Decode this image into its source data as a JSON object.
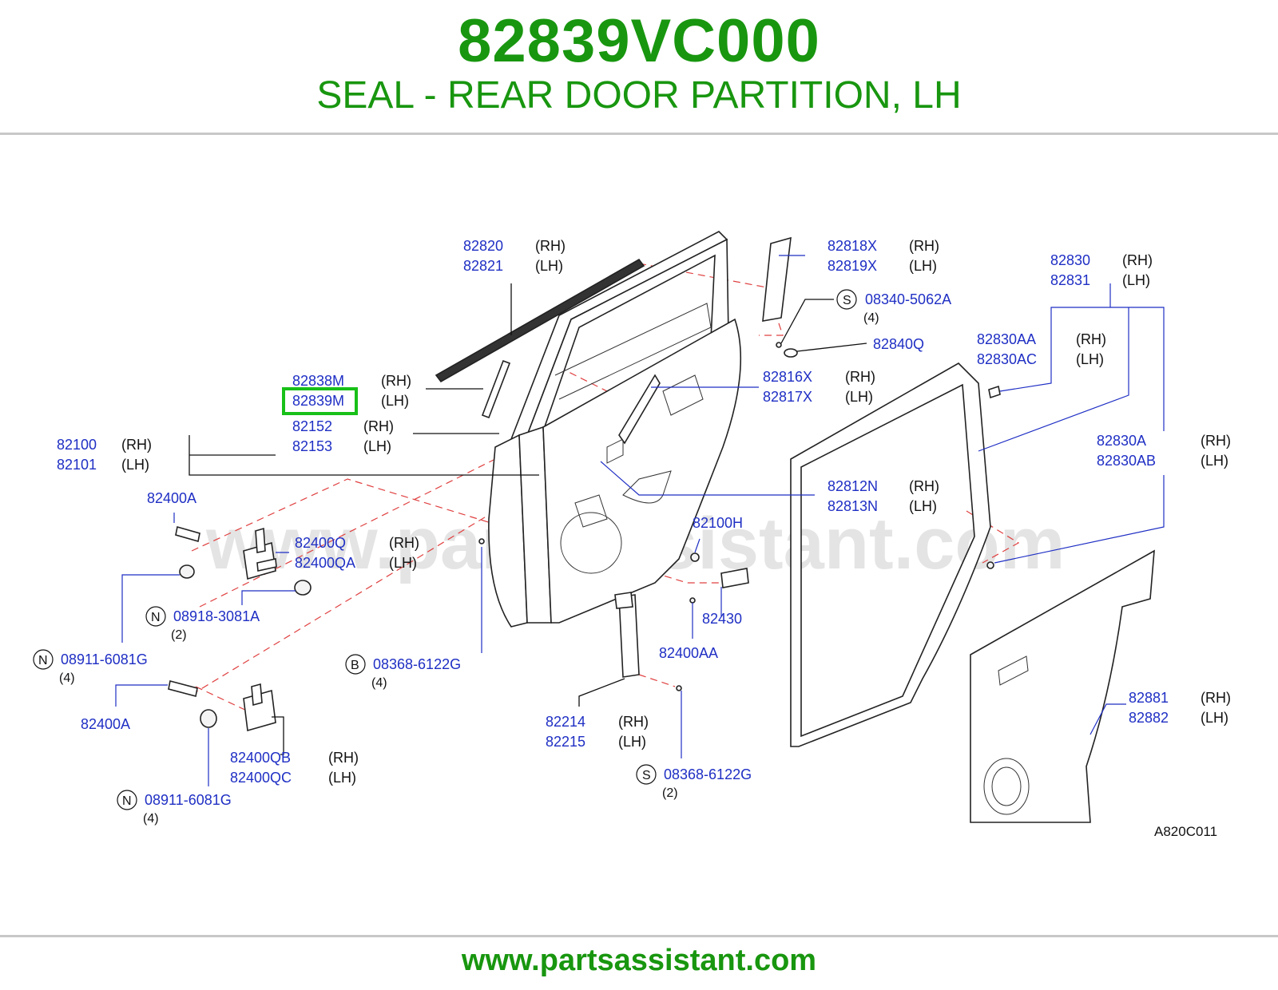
{
  "header": {
    "part_number": "82839VC000",
    "description": "SEAL - REAR DOOR PARTITION, LH"
  },
  "footer": {
    "url": "www.partsassistant.com"
  },
  "diagram": {
    "watermark": "www.partsassistant.com",
    "diagram_code": "A820C011",
    "highlight_color": "#18c018",
    "labels": {
      "p82820": "82820",
      "p82821": "82821",
      "p82818X": "82818X",
      "p82819X": "82819X",
      "p08340": "08340-5062A",
      "q08340": "(4)",
      "p82840Q": "82840Q",
      "p82830": "82830",
      "p82831": "82831",
      "p82830AA": "82830AA",
      "p82830AC": "82830AC",
      "p82838M": "82838M",
      "p82839M": "82839M",
      "p82816X": "82816X",
      "p82817X": "82817X",
      "p82152": "82152",
      "p82153": "82153",
      "p82100": "82100",
      "p82101": "82101",
      "p82830A": "82830A",
      "p82830AB": "82830AB",
      "p82812N": "82812N",
      "p82813N": "82813N",
      "p82400A_top": "82400A",
      "p82400Q": "82400Q",
      "p82400QA": "82400QA",
      "p82100H": "82100H",
      "p08918": "08918-3081A",
      "q08918": "(2)",
      "p82430": "82430",
      "p08911_a": "08911-6081G",
      "q08911_a": "(4)",
      "p08368_b": "08368-6122G",
      "q08368_b": "(4)",
      "p82400AA": "82400AA",
      "p82400A_bot": "82400A",
      "p82214": "82214",
      "p82215": "82215",
      "p82881": "82881",
      "p82882": "82882",
      "p82400QB": "82400QB",
      "p82400QC": "82400QC",
      "p08368_s": "08368-6122G",
      "q08368_s": "(2)",
      "p08911_b": "08911-6081G",
      "q08911_b": "(4)"
    },
    "sides": {
      "rh": "(RH)",
      "lh": "(LH)"
    },
    "symbols": {
      "s": "S",
      "n": "N",
      "b": "B"
    }
  }
}
